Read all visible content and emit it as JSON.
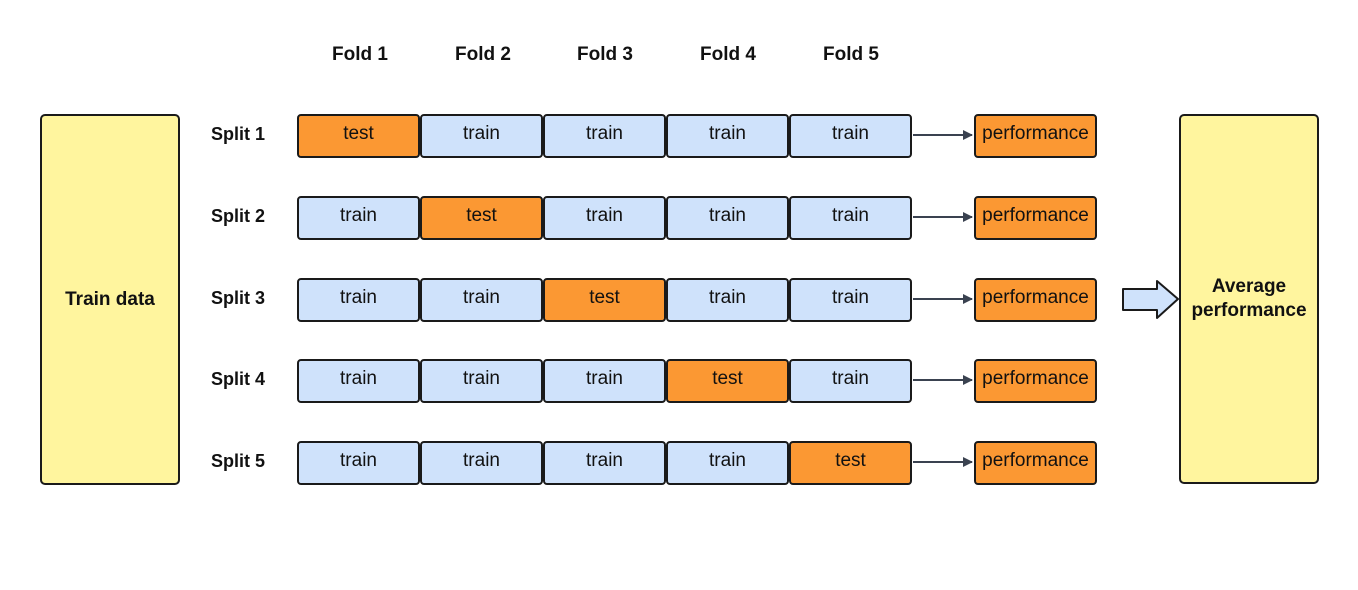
{
  "colors": {
    "test": "#fb9833",
    "train": "#cfe2fb",
    "performance": "#fb9833",
    "summary": "#fff59e",
    "border": "#1a1a1a",
    "arrow": "#3a4250"
  },
  "left_box": {
    "label": "Train data"
  },
  "right_box": {
    "line1": "Average",
    "line2": "performance"
  },
  "folds": [
    "Fold 1",
    "Fold 2",
    "Fold 3",
    "Fold 4",
    "Fold 5"
  ],
  "splits": [
    {
      "label": "Split 1",
      "cells": [
        "test",
        "train",
        "train",
        "train",
        "train"
      ],
      "result": "performance"
    },
    {
      "label": "Split 2",
      "cells": [
        "train",
        "test",
        "train",
        "train",
        "train"
      ],
      "result": "performance"
    },
    {
      "label": "Split 3",
      "cells": [
        "train",
        "train",
        "test",
        "train",
        "train"
      ],
      "result": "performance"
    },
    {
      "label": "Split 4",
      "cells": [
        "train",
        "train",
        "train",
        "test",
        "train"
      ],
      "result": "performance"
    },
    {
      "label": "Split 5",
      "cells": [
        "train",
        "train",
        "train",
        "train",
        "test"
      ],
      "result": "performance"
    }
  ],
  "icons": {
    "row_arrow": "arrow-right-icon",
    "summary_arrow": "block-arrow-right-icon"
  }
}
